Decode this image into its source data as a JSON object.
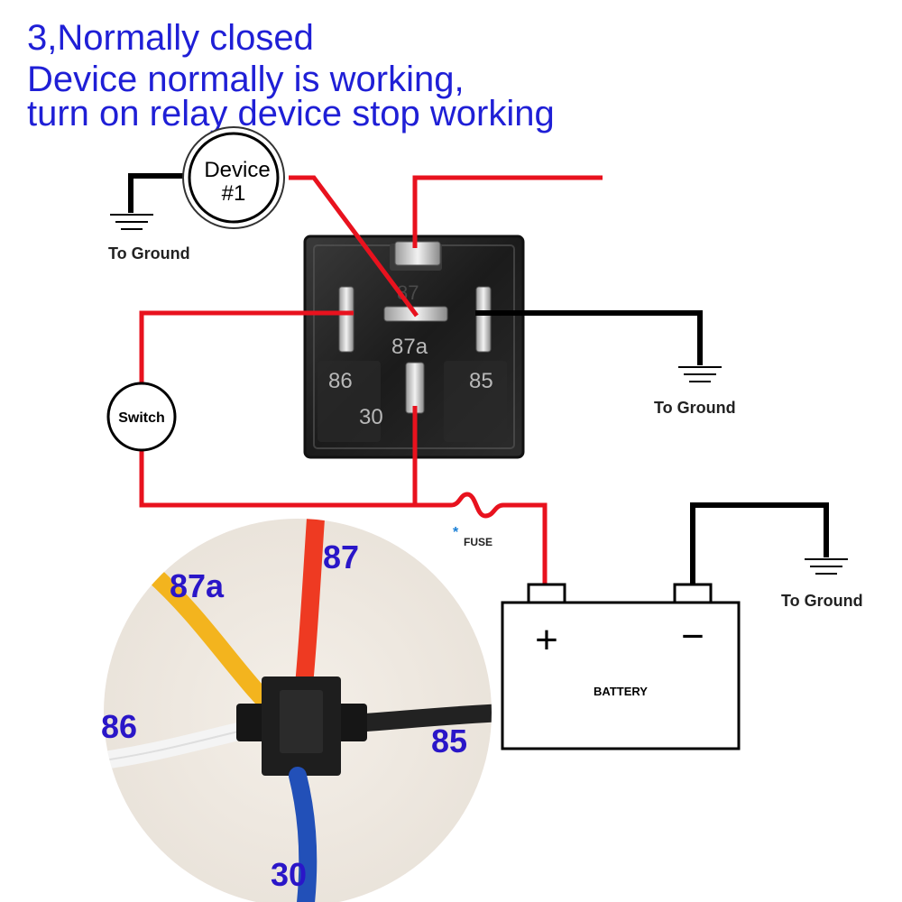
{
  "title": {
    "line1": "3,Normally closed",
    "line2": "Device normally is working,",
    "line3": "turn on relay device stop working"
  },
  "relay": {
    "pin_87": "87",
    "pin_87a": "87a",
    "pin_86": "86",
    "pin_85": "85",
    "pin_30": "30"
  },
  "device": {
    "line1": "Device",
    "line2": "#1"
  },
  "switch_label": "Switch",
  "ground_label": "To Ground",
  "fuse": {
    "star": "*",
    "label": "FUSE"
  },
  "battery": {
    "label": "BATTERY",
    "plus": "+",
    "minus": "−"
  },
  "socket_wires": {
    "w87": "87",
    "w87a": "87a",
    "w86": "86",
    "w85": "85",
    "w30": "30"
  },
  "colors": {
    "title": "#1f1fd6",
    "wire_red": "#e8121e",
    "wire_black": "#000000",
    "label_blue": "#2a16c8",
    "fuse_star": "#1a7fd6"
  }
}
